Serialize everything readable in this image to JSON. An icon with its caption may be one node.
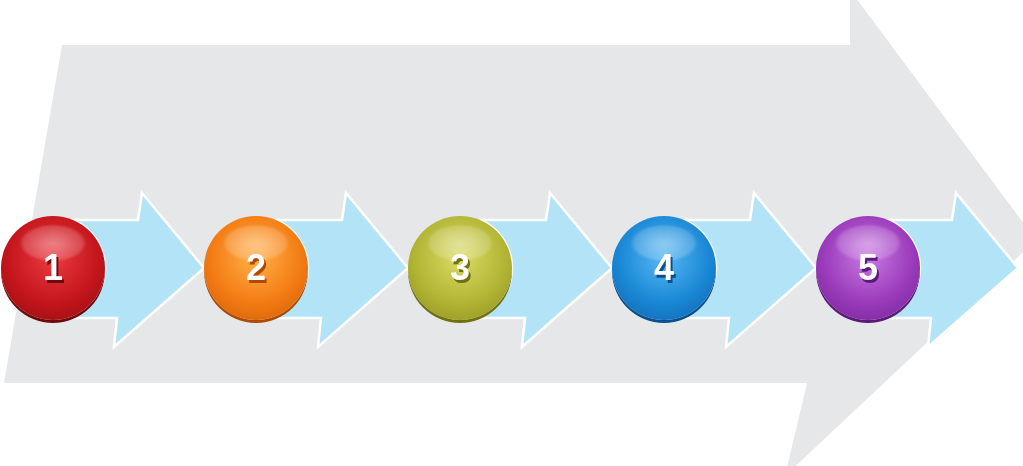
{
  "diagram": {
    "nodes": [
      {
        "text": [
          "1"
        ]
      },
      {
        "text": [
          "2"
        ]
      },
      {
        "text": [
          "3"
        ]
      },
      {
        "text": [
          "4"
        ]
      },
      {
        "text": [
          "5"
        ]
      }
    ],
    "edges": [
      {
        "from": 0,
        "to": 1,
        "arrow": "to"
      },
      {
        "from": 1,
        "to": 2,
        "arrow": "to"
      },
      {
        "from": 2,
        "to": 3,
        "arrow": "to"
      },
      {
        "from": 3,
        "to": 4,
        "arrow": "to"
      },
      {
        "from": 4,
        "to": null,
        "arrow": "to"
      }
    ]
  }
}
